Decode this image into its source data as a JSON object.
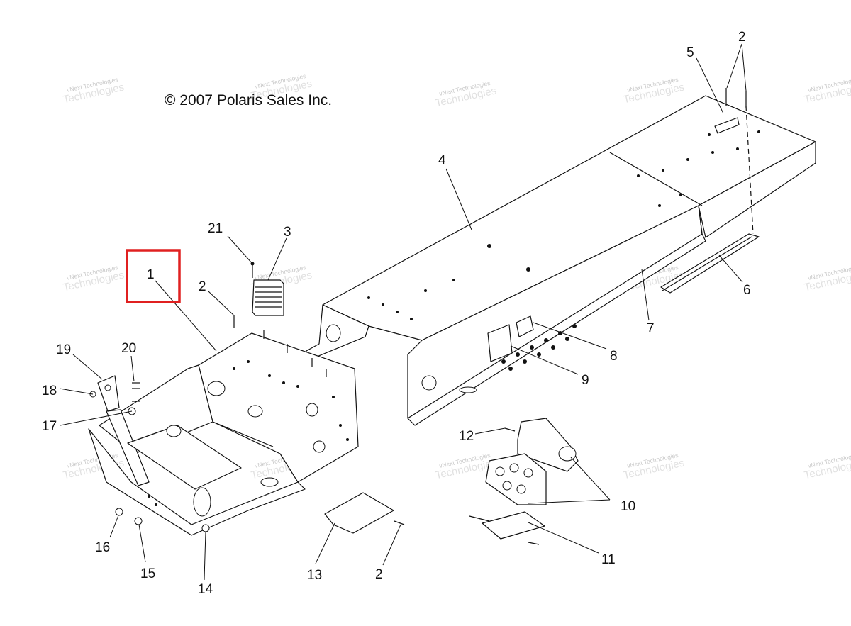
{
  "copyright": "© 2007 Polaris Sales Inc.",
  "watermark": {
    "line1": "vNext Technologies",
    "line2": "Technologies"
  },
  "highlight": {
    "callout": "1",
    "color": "#e02020"
  },
  "callouts": {
    "c1": "1",
    "c2a": "2",
    "c2b": "2",
    "c2c": "2",
    "c3": "3",
    "c4": "4",
    "c5": "5",
    "c6": "6",
    "c7": "7",
    "c8": "8",
    "c9": "9",
    "c10": "10",
    "c11": "11",
    "c12": "12",
    "c13": "13",
    "c14": "14",
    "c15": "15",
    "c16": "16",
    "c17": "17",
    "c18": "18",
    "c19": "19",
    "c20": "20",
    "c21": "21"
  }
}
